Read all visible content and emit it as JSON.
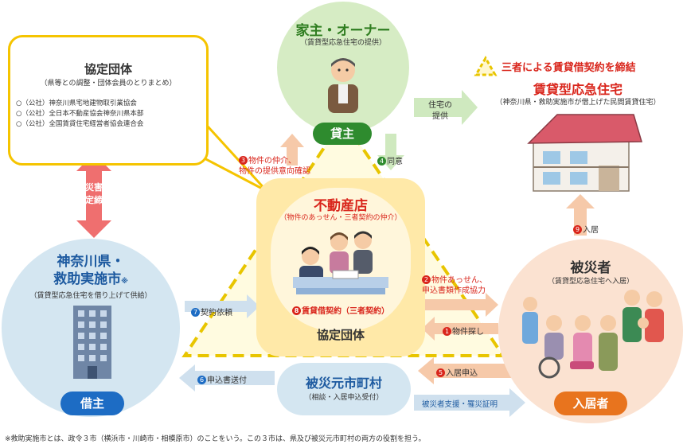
{
  "legend": {
    "text": "三者による賃貸借契約を締結"
  },
  "owner": {
    "title": "家主・オーナー",
    "subtitle": "（賃貸型応急住宅の提供）",
    "badge": "貸主"
  },
  "housing": {
    "title": "賃貸型応急住宅",
    "subtitle": "（神奈川県・救助実施市が借上げた民間賃貸住宅）"
  },
  "agreement_group": {
    "title": "協定団体",
    "subtitle": "（県等との調整・団体会員のとりまとめ）",
    "members": [
      "○（公社）神奈川県宅地建物取引業協会",
      "○（公社）全日本不動産協会神奈川県本部",
      "○（公社）全国賃貸住宅経営者協会連合会"
    ]
  },
  "disaster_agreement": {
    "line1": "災害",
    "line2": "協定締結"
  },
  "realestate": {
    "title": "不動産店",
    "subtitle": "（物件のあっせん・三者契約の仲介）",
    "contract": "賃貸借契約（三者契約）",
    "group_label": "協定団体"
  },
  "prefecture": {
    "line1": "神奈川県・",
    "line2": "救助実施市",
    "mark": "※",
    "subtitle": "（賃貸型応急住宅を借り上げて供給）",
    "badge": "借主"
  },
  "victim": {
    "title": "被災者",
    "subtitle": "（賃貸型応急住宅へ入居）",
    "badge": "入居者"
  },
  "municipality": {
    "title": "被災元市町村",
    "subtitle": "（相談・入居申込受付）"
  },
  "steps": {
    "s1": {
      "num": "1",
      "text": "物件探し"
    },
    "s2": {
      "num": "2",
      "text_line1": "物件あっせん、",
      "text_line2": "申込書類作成協力"
    },
    "s3": {
      "num": "3",
      "text_line1": "物件の仲介、",
      "text_line2": "物件の提供意向確認"
    },
    "s4": {
      "num": "4",
      "text": "同意"
    },
    "s5": {
      "num": "5",
      "text": "入居申込"
    },
    "s6": {
      "num": "6",
      "text": "申込書送付"
    },
    "s7": {
      "num": "7",
      "text": "契約依頼"
    },
    "s8": {
      "num": "8"
    },
    "s9": {
      "num": "9",
      "text": "入居"
    }
  },
  "housing_provision": {
    "line1": "住宅の",
    "line2": "提供"
  },
  "support": "被災者支援・罹災証明",
  "footnote": "※救助実施市とは、政令３市（横浜市・川崎市・相模原市）のことをいう。この３市は、県及び被災元市町村の両方の役割を担う。",
  "colors": {
    "green": "#d6ecc4",
    "blue": "#d4e6f1",
    "peach": "#fbe2d1",
    "yellow": "#fff3c4",
    "arrow": "#ef6f6f",
    "red": "#d9261c"
  },
  "icons": [
    "owner-person-icon",
    "apartment-building-icon",
    "office-building-icon",
    "realtor-scene-icon",
    "evacuee-family-icon"
  ]
}
